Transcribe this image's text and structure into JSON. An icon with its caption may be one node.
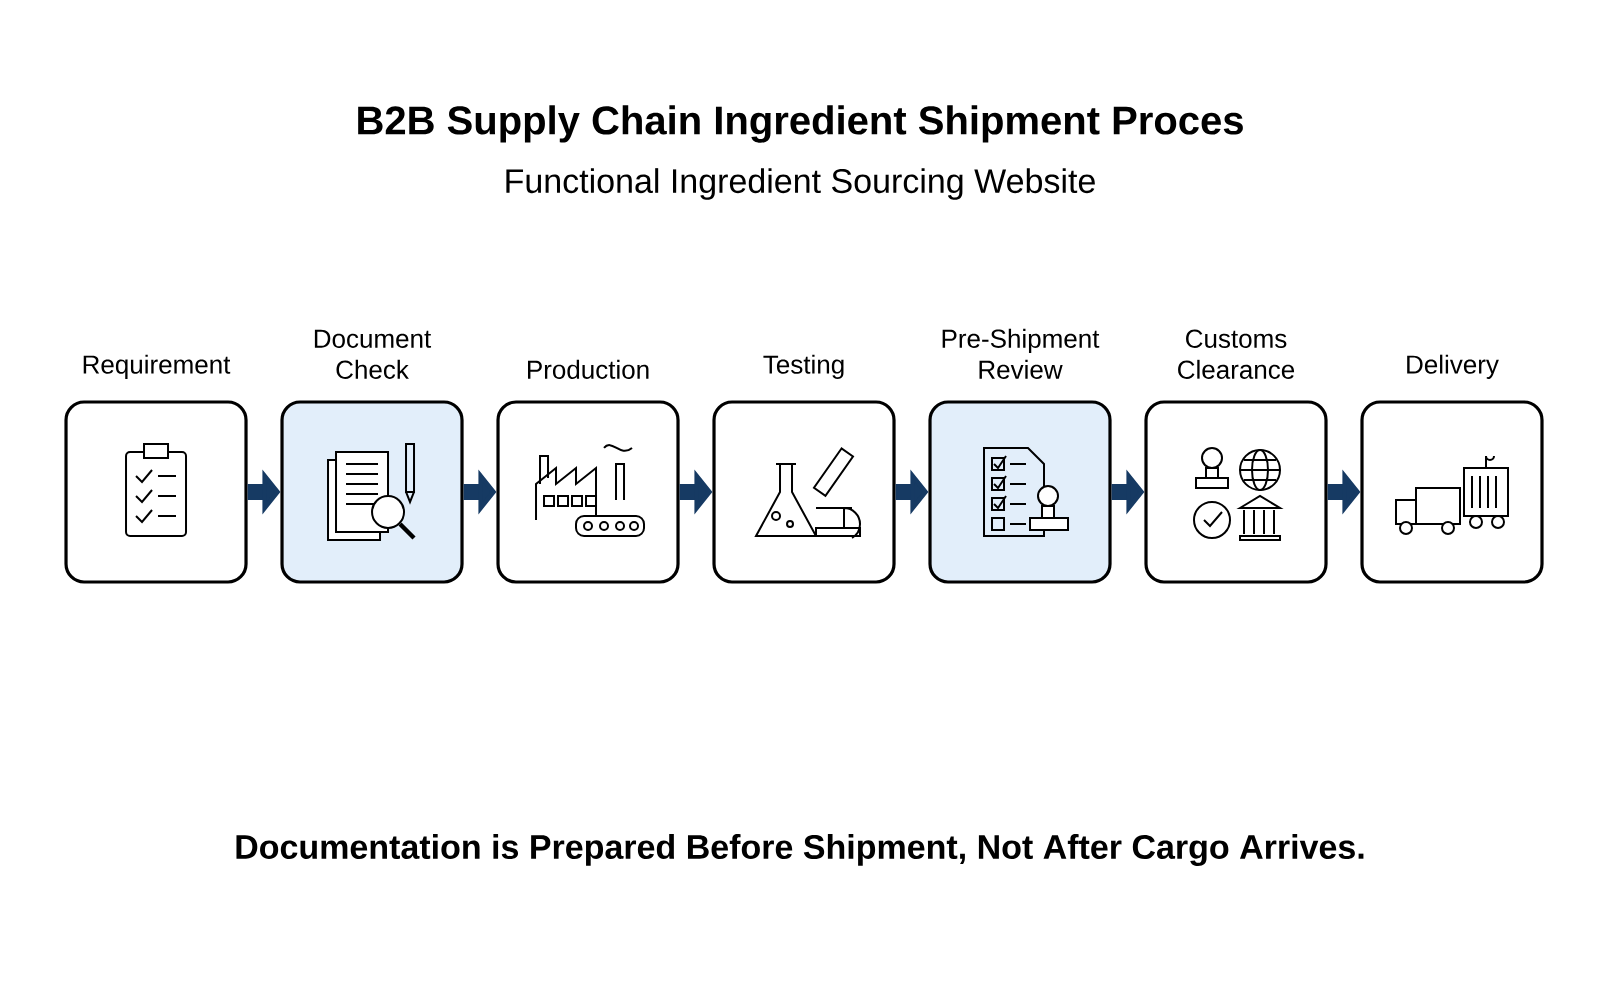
{
  "diagram": {
    "title": "B2B Supply Chain Ingredient Shipment Proces",
    "caption": "Documentation is Prepared Before Shipment, Not After Cargo Arrives.",
    "labels": [
      "Functional Ingredient Sourcing Website"
    ],
    "nodes": [
      {
        "text": [
          "Requirement"
        ]
      },
      {
        "text": [
          "Document Check"
        ]
      },
      {
        "text": [
          "Production"
        ]
      },
      {
        "text": [
          "Testing"
        ]
      },
      {
        "text": [
          "Pre-Shipment Review"
        ]
      },
      {
        "text": [
          "Customs Clearance"
        ]
      },
      {
        "text": [
          "Delivery"
        ]
      }
    ],
    "edges": [
      {
        "from": 0,
        "to": 1,
        "arrow": "to"
      },
      {
        "from": 1,
        "to": 2,
        "arrow": "to"
      },
      {
        "from": 2,
        "to": 3,
        "arrow": "to"
      },
      {
        "from": 3,
        "to": 4,
        "arrow": "to"
      },
      {
        "from": 4,
        "to": 5,
        "arrow": "to"
      },
      {
        "from": 5,
        "to": 6,
        "arrow": "to"
      }
    ]
  }
}
